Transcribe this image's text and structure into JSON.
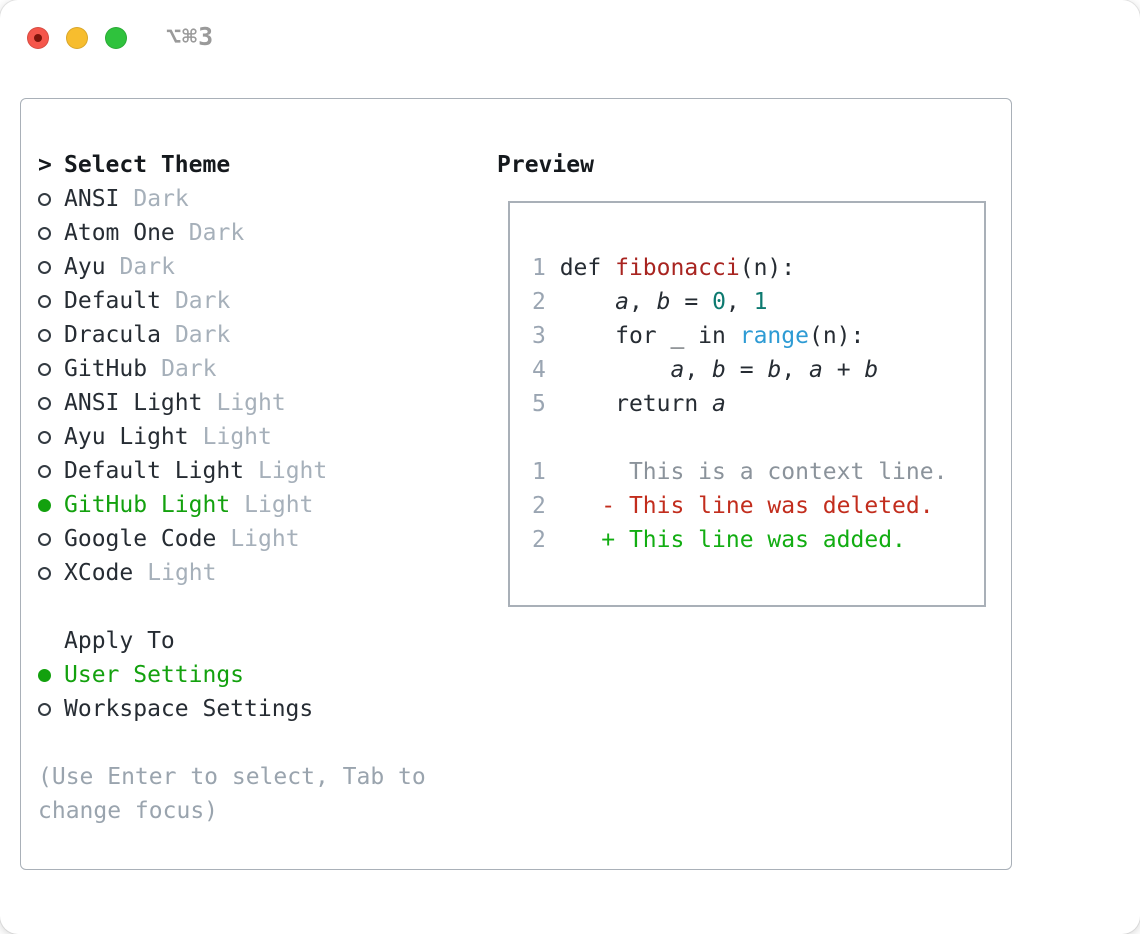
{
  "titlebar": {
    "shortcut_label": "⌥⌘3",
    "controls": [
      "close",
      "minimize",
      "maximize"
    ]
  },
  "theme_picker": {
    "prefix": ">",
    "title": "Select Theme",
    "items": [
      {
        "name": "ANSI",
        "variant": "Dark",
        "selected": false
      },
      {
        "name": "Atom One",
        "variant": "Dark",
        "selected": false
      },
      {
        "name": "Ayu",
        "variant": "Dark",
        "selected": false
      },
      {
        "name": "Default",
        "variant": "Dark",
        "selected": false
      },
      {
        "name": "Dracula",
        "variant": "Dark",
        "selected": false
      },
      {
        "name": "GitHub",
        "variant": "Dark",
        "selected": false
      },
      {
        "name": "ANSI Light",
        "variant": "Light",
        "selected": false
      },
      {
        "name": "Ayu Light",
        "variant": "Light",
        "selected": false
      },
      {
        "name": "Default Light",
        "variant": "Light",
        "selected": false
      },
      {
        "name": "GitHub Light",
        "variant": "Light",
        "selected": true
      },
      {
        "name": "Google Code",
        "variant": "Light",
        "selected": false
      },
      {
        "name": "XCode",
        "variant": "Light",
        "selected": false
      }
    ],
    "apply_to": {
      "title": "Apply To",
      "options": [
        {
          "name": "User Settings",
          "selected": true
        },
        {
          "name": "Workspace Settings",
          "selected": false
        }
      ]
    },
    "hint": "(Use Enter to select, Tab to change focus)"
  },
  "preview": {
    "title": "Preview",
    "code_lines": [
      {
        "segments": [
          [
            "1 ",
            "ln"
          ],
          [
            "def ",
            "p"
          ],
          [
            "fibonacci",
            "fn"
          ],
          [
            "(n):",
            "p"
          ]
        ]
      },
      {
        "segments": [
          [
            "2 ",
            "ln"
          ],
          [
            "    ",
            "p"
          ],
          [
            "a",
            "v"
          ],
          [
            ", ",
            "p"
          ],
          [
            "b",
            "v"
          ],
          [
            " = ",
            "p"
          ],
          [
            "0",
            "num"
          ],
          [
            ", ",
            "p"
          ],
          [
            "1",
            "num"
          ]
        ]
      },
      {
        "segments": [
          [
            "3 ",
            "ln"
          ],
          [
            "    for _ in ",
            "p"
          ],
          [
            "range",
            "bi"
          ],
          [
            "(n):",
            "p"
          ]
        ]
      },
      {
        "segments": [
          [
            "4 ",
            "ln"
          ],
          [
            "        ",
            "p"
          ],
          [
            "a",
            "v"
          ],
          [
            ", ",
            "p"
          ],
          [
            "b",
            "v"
          ],
          [
            " = ",
            "p"
          ],
          [
            "b",
            "v"
          ],
          [
            ", ",
            "p"
          ],
          [
            "a",
            "v"
          ],
          [
            " + ",
            "p"
          ],
          [
            "b",
            "v"
          ]
        ]
      },
      {
        "segments": [
          [
            "5 ",
            "ln"
          ],
          [
            "    return ",
            "p"
          ],
          [
            "a",
            "v"
          ]
        ]
      },
      {
        "segments": []
      },
      {
        "segments": [
          [
            "1",
            "ln"
          ],
          [
            "      This is a context line.",
            "ctx"
          ]
        ]
      },
      {
        "segments": [
          [
            "2",
            "ln"
          ],
          [
            "    - This line was deleted.",
            "del"
          ]
        ]
      },
      {
        "segments": [
          [
            "2",
            "ln"
          ],
          [
            "    + This line was added.",
            "add"
          ]
        ]
      }
    ]
  },
  "colors": {
    "accent_green": "#13a10e",
    "added_green": "#12ad12",
    "deleted_red": "#c22d1d",
    "function_red": "#a82420",
    "number_teal": "#0d7a70",
    "builtin_blue": "#2e9bd4",
    "context_gray": "#8b939b",
    "muted_gray": "#a6b0ba",
    "hint_gray": "#9aa4ae",
    "line_number_gray": "#9aa5b2",
    "text": "#262c33",
    "panel_border": "#a9b0b8",
    "traffic_close": "#f5564b",
    "traffic_minimize": "#f7bd2e",
    "traffic_maximize": "#2fc23d"
  }
}
